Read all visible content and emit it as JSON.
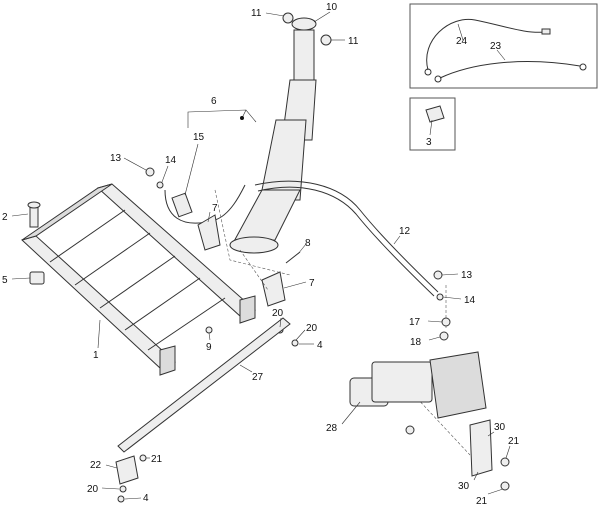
{
  "callouts": [
    {
      "id": "c10",
      "text": "10"
    },
    {
      "id": "c11a",
      "text": "11"
    },
    {
      "id": "c11b",
      "text": "11"
    },
    {
      "id": "c24",
      "text": "24"
    },
    {
      "id": "c23",
      "text": "23"
    },
    {
      "id": "c3",
      "text": "3"
    },
    {
      "id": "c6",
      "text": "6"
    },
    {
      "id": "c15",
      "text": "15"
    },
    {
      "id": "c13a",
      "text": "13"
    },
    {
      "id": "c14a",
      "text": "14"
    },
    {
      "id": "c7a",
      "text": "7"
    },
    {
      "id": "c2",
      "text": "2"
    },
    {
      "id": "c5",
      "text": "5"
    },
    {
      "id": "c1",
      "text": "1"
    },
    {
      "id": "c8",
      "text": "8"
    },
    {
      "id": "c7b",
      "text": "7"
    },
    {
      "id": "c12",
      "text": "12"
    },
    {
      "id": "c13b",
      "text": "13"
    },
    {
      "id": "c14b",
      "text": "14"
    },
    {
      "id": "c17",
      "text": "17"
    },
    {
      "id": "c18",
      "text": "18"
    },
    {
      "id": "c9",
      "text": "9"
    },
    {
      "id": "c20a",
      "text": "20"
    },
    {
      "id": "c20b",
      "text": "20"
    },
    {
      "id": "c4a",
      "text": "4"
    },
    {
      "id": "c27",
      "text": "27"
    },
    {
      "id": "c28",
      "text": "28"
    },
    {
      "id": "c30a",
      "text": "30"
    },
    {
      "id": "c21a",
      "text": "21"
    },
    {
      "id": "c30b",
      "text": "30"
    },
    {
      "id": "c21b",
      "text": "21"
    },
    {
      "id": "c22",
      "text": "22"
    },
    {
      "id": "c21c",
      "text": "21"
    },
    {
      "id": "c20c",
      "text": "20"
    },
    {
      "id": "c4b",
      "text": "4"
    }
  ]
}
